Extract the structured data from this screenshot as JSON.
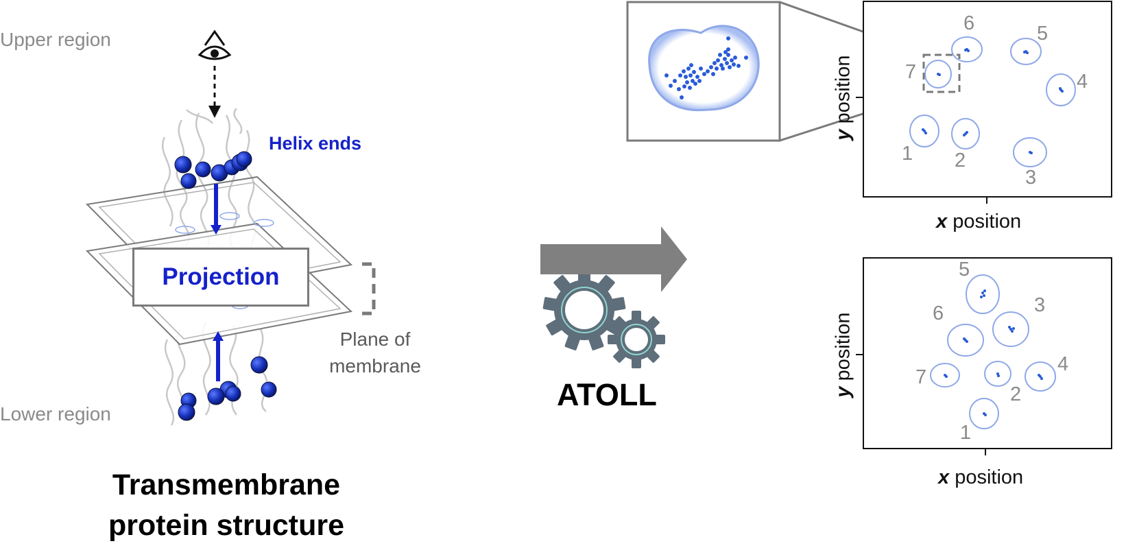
{
  "left_panel": {
    "upper_region": "Upper region",
    "lower_region": "Lower region",
    "helix_ends": "Helix ends",
    "projection": "Projection",
    "plane_label_line1": "Plane of",
    "plane_label_line2": "membrane",
    "title_line1": "Transmembrane",
    "title_line2": "protein structure"
  },
  "middle": {
    "tool_name": "ATOLL",
    "icon": "gears-icon"
  },
  "top_plot": {
    "x_var": "x",
    "x_word": "position",
    "y_var": "y",
    "y_word": "position",
    "labels": [
      "6",
      "5",
      "7",
      "4",
      "1",
      "2",
      "3"
    ]
  },
  "bottom_plot": {
    "x_var": "x",
    "x_word": "position",
    "y_var": "y",
    "y_word": "position",
    "labels": [
      "5",
      "3",
      "6",
      "7",
      "4",
      "2",
      "1"
    ]
  },
  "colors": {
    "helix_blue": "#1522c9",
    "contour": "#8fa8e8",
    "points": "#2a5bd7",
    "gear": "#5e6e7a",
    "arrow": "#808080"
  }
}
